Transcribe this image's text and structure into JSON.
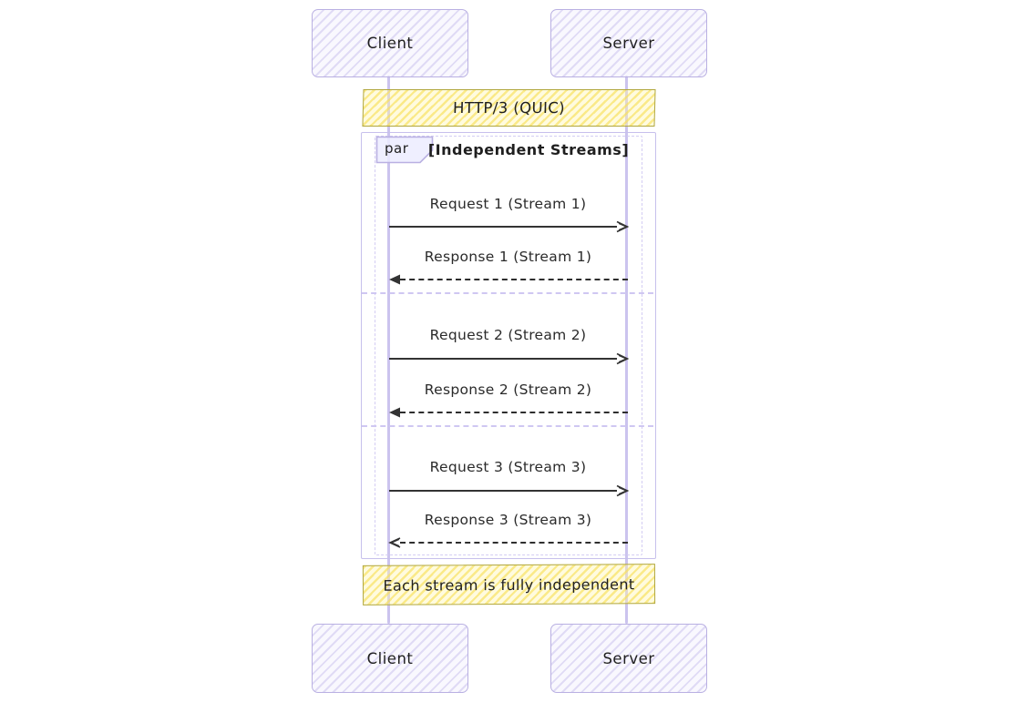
{
  "actors": {
    "client": "Client",
    "server": "Server"
  },
  "notes": {
    "protocol": "HTTP/3 (QUIC)",
    "footer": "Each stream is fully independent"
  },
  "par": {
    "label": "par",
    "title": "[Independent Streams]",
    "sections": [
      {
        "request": "Request 1 (Stream 1)",
        "response": "Response 1 (Stream 1)"
      },
      {
        "request": "Request 2 (Stream 2)",
        "response": "Response 2 (Stream 2)"
      },
      {
        "request": "Request 3 (Stream 3)",
        "response": "Response 3 (Stream 3)"
      }
    ]
  },
  "colors": {
    "background": "#ffffff",
    "actor_fill": "#ececff",
    "actor_border": "#b9b0e2",
    "note_fill": "#fff5ad",
    "note_border": "#b1a73d",
    "lifeline": "#cbc3ee",
    "frame_border": "#c7c0ec",
    "arrow": "#333333",
    "text": "#1f1f1f"
  }
}
